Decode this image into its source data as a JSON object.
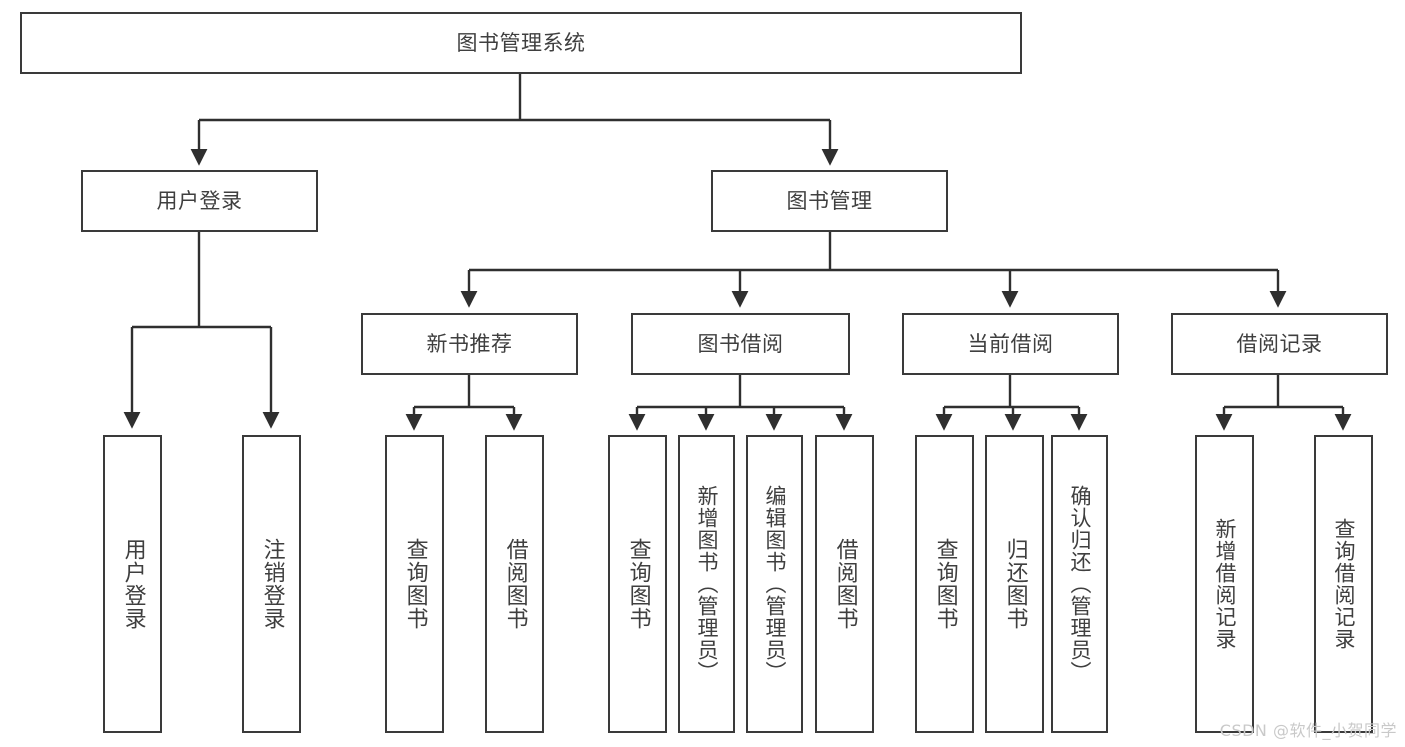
{
  "diagram": {
    "title": "图书管理系统",
    "type": "tree-hierarchy",
    "watermark": "CSDN @软件_小贺同学",
    "colors": {
      "border": "#3a3a3a",
      "text": "#3f3f3f",
      "background": "#ffffff",
      "edge": "#2f2f2f",
      "watermark": "#c9c9c9"
    },
    "nodes": {
      "root": {
        "label": "图书管理系统"
      },
      "level2": [
        {
          "id": "user-login",
          "label": "用户登录"
        },
        {
          "id": "book-manage",
          "label": "图书管理"
        }
      ],
      "level3": [
        {
          "id": "new-book-rec",
          "label": "新书推荐",
          "parent": "book-manage"
        },
        {
          "id": "book-borrow",
          "label": "图书借阅",
          "parent": "book-manage"
        },
        {
          "id": "current-borrow",
          "label": "当前借阅",
          "parent": "book-manage"
        },
        {
          "id": "borrow-record",
          "label": "借阅记录",
          "parent": "book-manage"
        }
      ],
      "leaves": [
        {
          "id": "leaf-user-login",
          "label": "用户登录",
          "parent": "user-login"
        },
        {
          "id": "leaf-logout",
          "label": "注销登录",
          "parent": "user-login"
        },
        {
          "id": "leaf-query-book-1",
          "label": "查询图书",
          "parent": "new-book-rec"
        },
        {
          "id": "leaf-borrow-book-1",
          "label": "借阅图书",
          "parent": "new-book-rec"
        },
        {
          "id": "leaf-query-book-2",
          "label": "查询图书",
          "parent": "book-borrow"
        },
        {
          "id": "leaf-add-book",
          "label": "新增图书（管理员）",
          "parent": "book-borrow"
        },
        {
          "id": "leaf-edit-book",
          "label": "编辑图书（管理员）",
          "parent": "book-borrow"
        },
        {
          "id": "leaf-borrow-book-2",
          "label": "借阅图书",
          "parent": "book-borrow"
        },
        {
          "id": "leaf-query-book-3",
          "label": "查询图书",
          "parent": "current-borrow"
        },
        {
          "id": "leaf-return-book",
          "label": "归还图书",
          "parent": "current-borrow"
        },
        {
          "id": "leaf-confirm-return",
          "label": "确认归还（管理员）",
          "parent": "current-borrow"
        },
        {
          "id": "leaf-add-record",
          "label": "新增借阅记录",
          "parent": "borrow-record"
        },
        {
          "id": "leaf-query-record",
          "label": "查询借阅记录",
          "parent": "borrow-record"
        }
      ]
    }
  }
}
